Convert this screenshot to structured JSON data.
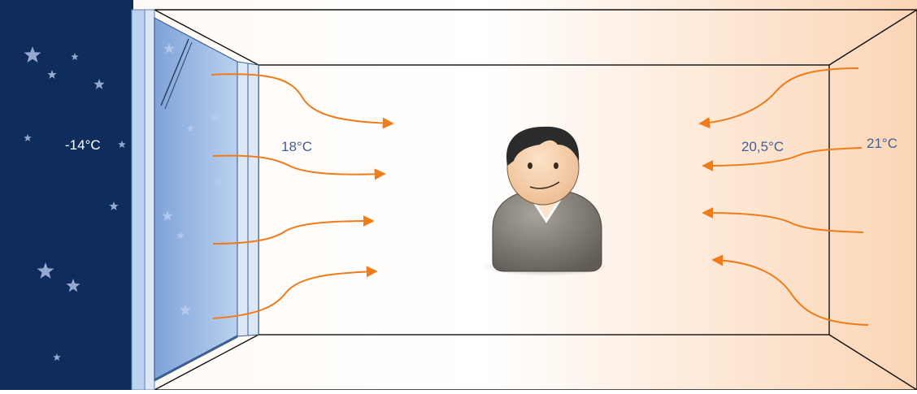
{
  "labels": {
    "outside_temp": "-14°C",
    "window_air_temp": "18°C",
    "inner_air_temp": "20,5°C",
    "wall_temp": "21°C"
  },
  "colors": {
    "night_sky": "#0f2d5c",
    "frost_glass": "#9dbce6",
    "window_frame": "#bcd3ef",
    "room_warm": "#fbd5b5",
    "room_light": "#ffffff",
    "airflow_arrow": "#ef7b1a",
    "label_outside": "#ffffff",
    "label_inside": "#3f5e9a",
    "star": "#b5c8ea"
  },
  "icons": {
    "person": "person-icon",
    "star": "star-icon",
    "arrow": "airflow-arrow-icon"
  }
}
